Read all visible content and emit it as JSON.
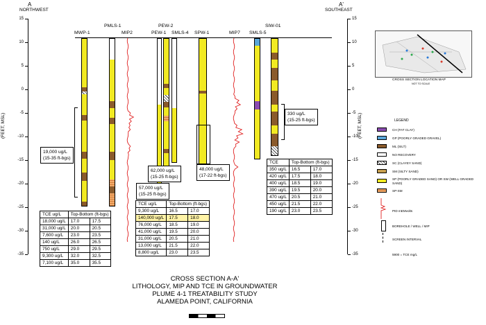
{
  "section": {
    "left_label": "A",
    "left_dir": "NORTHWEST",
    "right_label": "A'",
    "right_dir": "SOUTHEAST",
    "yaxis_label": "(FEET, MSL)",
    "ticks": [
      "15",
      "10",
      "5",
      "0",
      "-5",
      "-10",
      "-15",
      "-20",
      "-25",
      "-30",
      "-35"
    ]
  },
  "borings": {
    "pmls1": "PMLS-1",
    "mwp1": "MWP-1",
    "mip2": "MIP2",
    "pew2": "PEW-2",
    "pew1": "PEW-1",
    "smls4": "SMLS-4",
    "spw1": "SPW-1",
    "mip7": "MIP7",
    "siw01": "SIW-01",
    "smls5": "SMLS-5"
  },
  "screens": {
    "mwp1": {
      "conc": "19,000 ug/L",
      "depth": "(15-35 ft-bgs)"
    },
    "pew1": {
      "conc": "57,000 ug/L",
      "depth": "(15-25 ft-bgs)"
    },
    "smls4": {
      "conc": "62,000 ug/L",
      "depth": "(15-25 ft-bgs)"
    },
    "spw1": {
      "conc": "48,000 ug/L",
      "depth": "(17-22 ft-bgs)"
    },
    "siw01": {
      "conc": "330 ug/L",
      "depth": "(15-25 ft-bgs)"
    }
  },
  "tables": {
    "pmls1": {
      "headers": [
        "TCE ug/L",
        "Top-Bottom (ft-bgs)"
      ],
      "rows": [
        [
          "18,000 ug/L",
          "17.0",
          "17.5"
        ],
        [
          "31,000 ug/L",
          "20.0",
          "20.5"
        ],
        [
          "7,600 ug/L",
          "23.0",
          "23.5"
        ],
        [
          "140 ug/L",
          "26.0",
          "26.5"
        ],
        [
          "750 ug/L",
          "29.0",
          "29.5"
        ],
        [
          "9,300 ug/L",
          "32.0",
          "32.5"
        ],
        [
          "7,100 ug/L",
          "35.0",
          "35.5"
        ]
      ]
    },
    "smls4": {
      "headers": [
        "TCE ug/L",
        "Top-Bottom (ft-bgs)"
      ],
      "rows": [
        [
          "9,300 ug/L",
          "16.5",
          "17.0"
        ],
        [
          "140,000 ug/L",
          "17.5",
          "18.0"
        ],
        [
          "76,000 ug/L",
          "18.5",
          "19.0"
        ],
        [
          "41,000 ug/L",
          "19.5",
          "20.0"
        ],
        [
          "31,000 ug/L",
          "20.5",
          "21.0"
        ],
        [
          "13,000 ug/L",
          "21.5",
          "22.0"
        ],
        [
          "8,800 ug/L",
          "23.0",
          "23.5"
        ]
      ]
    },
    "smls5": {
      "headers": [
        "TCE",
        "Top-Bottom (ft-bgs)"
      ],
      "rows": [
        [
          "350 ug/L",
          "16.5",
          "17.0"
        ],
        [
          "420 ug/L",
          "17.5",
          "18.0"
        ],
        [
          "400 ug/L",
          "18.5",
          "19.0"
        ],
        [
          "390 ug/L",
          "19.5",
          "20.0"
        ],
        [
          "470 ug/L",
          "20.5",
          "21.0"
        ],
        [
          "450 ug/L",
          "21.5",
          "22.0"
        ],
        [
          "190 ug/L",
          "23.0",
          "23.5"
        ]
      ]
    }
  },
  "legend": {
    "title": "LEGEND",
    "items": [
      "CH (FAT CLAY)",
      "GP (POORLY GRADED GRAVEL)",
      "ML (SILT)",
      "NO RECOVERY",
      "SC (CLAYEY SAND)",
      "SM (SILTY SAND)",
      "SP (POORLY GRADED SAND) OR SW (WELL GRADED SAND)",
      "SP-SM"
    ],
    "pid": "PID mEMvolts",
    "borehole": "BOREHOLE / WELL / MIP",
    "screen": "SCREEN INTERVAL",
    "tce": "5900 = TCE mg/L"
  },
  "map": {
    "caption": "CROSS SECTION LOCATION MAP",
    "sub": "NOT TO SCALE"
  },
  "title": {
    "l1": "CROSS SECTION A-A'",
    "l2": "LITHOLOGY, MIP AND TCE IN GROUNDWATER",
    "l3": "PLUME 4-1 TREATABILITY STUDY",
    "l4": "ALAMEDA POINT, CALIFORNIA"
  },
  "colors": {
    "sand": "#f2ea22",
    "silt": "#8a5a2b",
    "mip": "#e02020",
    "highlight": "#fff3a6"
  }
}
